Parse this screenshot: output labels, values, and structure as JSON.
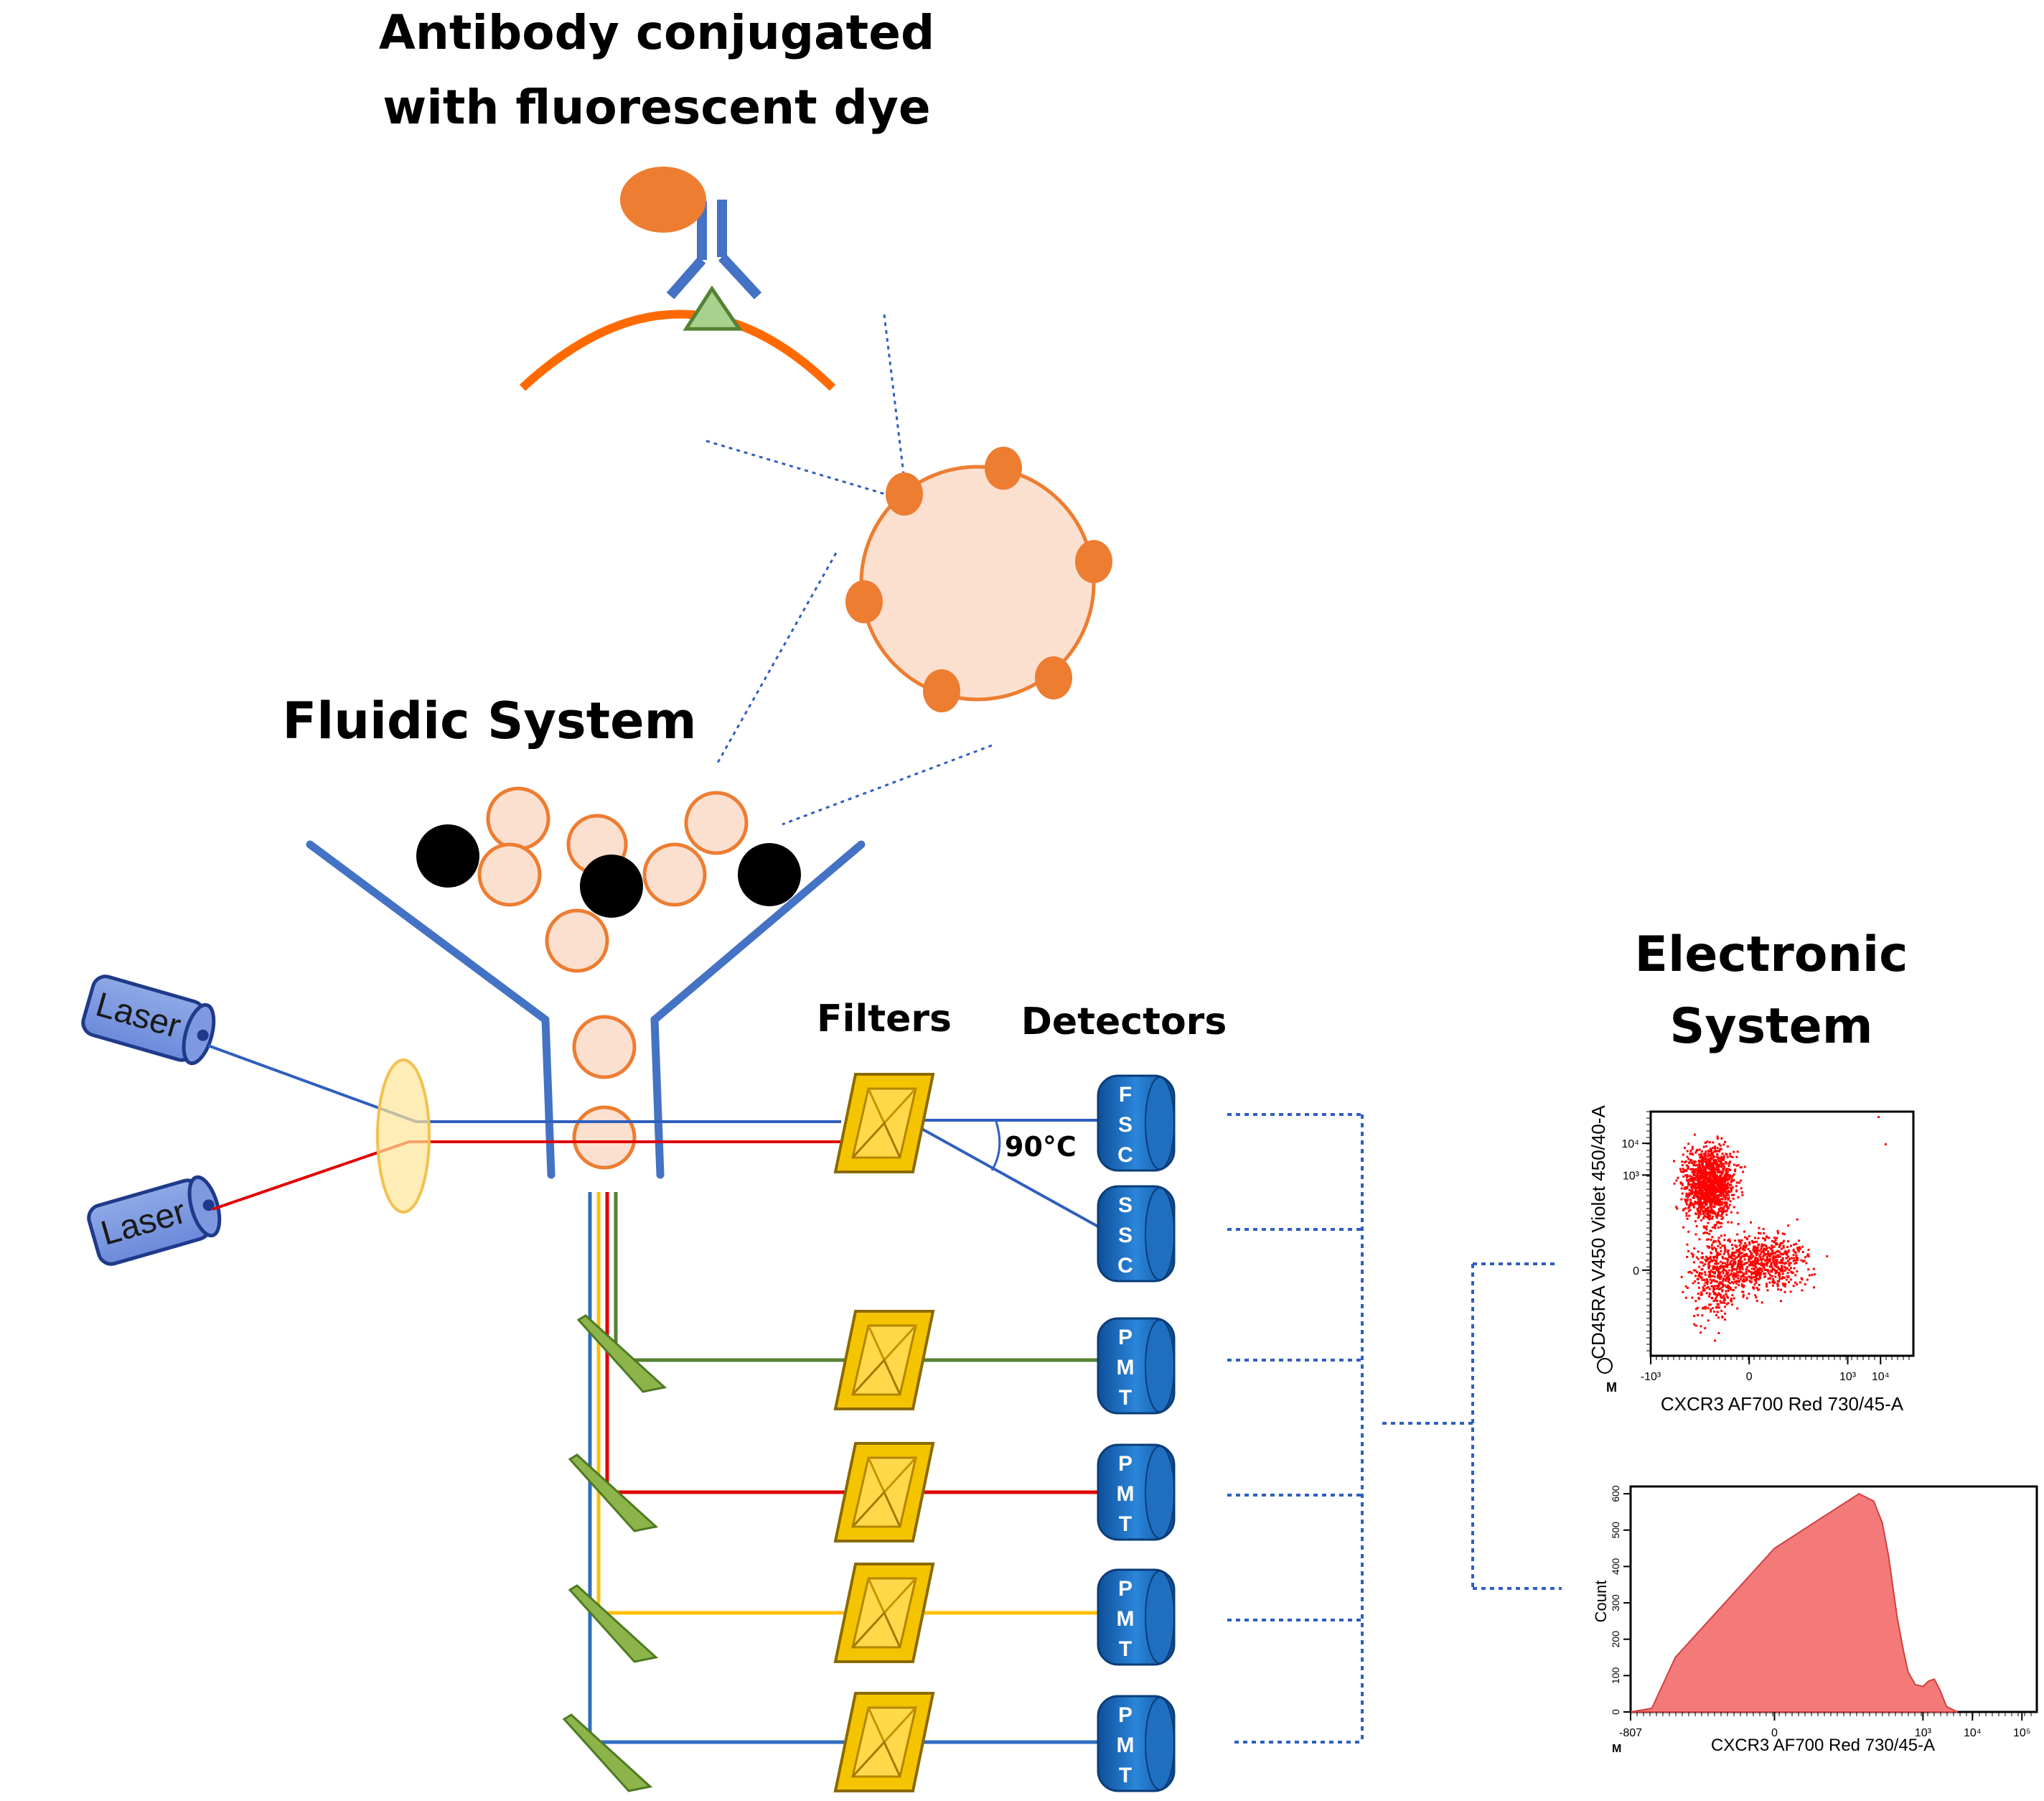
{
  "titles": {
    "antibody_line1": "Antibody conjugated",
    "antibody_line2": "with fluorescent dye",
    "fluidic": "Fluidic System",
    "electronic_line1": "Electronic",
    "electronic_line2": "System",
    "filters": "Filters",
    "detectors": "Detectors",
    "angle": "90°C"
  },
  "lasers": [
    "Laser",
    "Laser"
  ],
  "detectors": [
    {
      "letters": [
        "F",
        "S",
        "C"
      ]
    },
    {
      "letters": [
        "S",
        "S",
        "C"
      ]
    },
    {
      "letters": [
        "P",
        "M",
        "T"
      ]
    },
    {
      "letters": [
        "P",
        "M",
        "T"
      ]
    },
    {
      "letters": [
        "P",
        "M",
        "T"
      ]
    },
    {
      "letters": [
        "P",
        "M",
        "T"
      ]
    }
  ],
  "colors": {
    "blue_frame": "#4472C4",
    "orange": "#ED7D31",
    "cell_fill": "#FBE0D0",
    "green": "#548235",
    "red": "#E00000",
    "yellow": "#FFC000",
    "laser_beam_blue": "#2F5FBF",
    "detector_blue": "#1F6FC0",
    "filter_gold": "#F5C400",
    "mirror_green": "#8DB44A",
    "scatter_red": "#FF0000",
    "histogram_fill": "#F47A7A"
  },
  "chart_data": [
    {
      "type": "scatter",
      "xlabel": "CXCR3 AF700 Red 730/45-A",
      "ylabel": "CD45RA V450 Violet 450/40-A",
      "x_ticks": [
        "-10³",
        "0",
        "10³",
        "10⁴"
      ],
      "y_ticks": [
        "0",
        "10³",
        "10⁴"
      ],
      "corner_label": "M",
      "xlim": [
        -1000,
        100000
      ],
      "ylim": [
        -500,
        100000
      ]
    },
    {
      "type": "area",
      "xlabel": "CXCR3 AF700 Red 730/45-A",
      "ylabel": "Count",
      "x_ticks": [
        "-807",
        "0",
        "10³",
        "10⁴",
        "10⁵"
      ],
      "y_ticks": [
        "0",
        "100",
        "200",
        "300",
        "400",
        "500",
        "600"
      ],
      "corner_label": "M",
      "ylim": [
        0,
        620
      ],
      "x": [
        -807,
        -300,
        -100,
        0,
        50,
        100,
        150,
        200,
        300,
        400,
        500,
        700,
        1000,
        1300,
        1700,
        2200,
        3000,
        5000
      ],
      "values": [
        0,
        10,
        150,
        450,
        600,
        580,
        520,
        430,
        260,
        170,
        110,
        75,
        70,
        85,
        90,
        60,
        15,
        0
      ]
    }
  ]
}
